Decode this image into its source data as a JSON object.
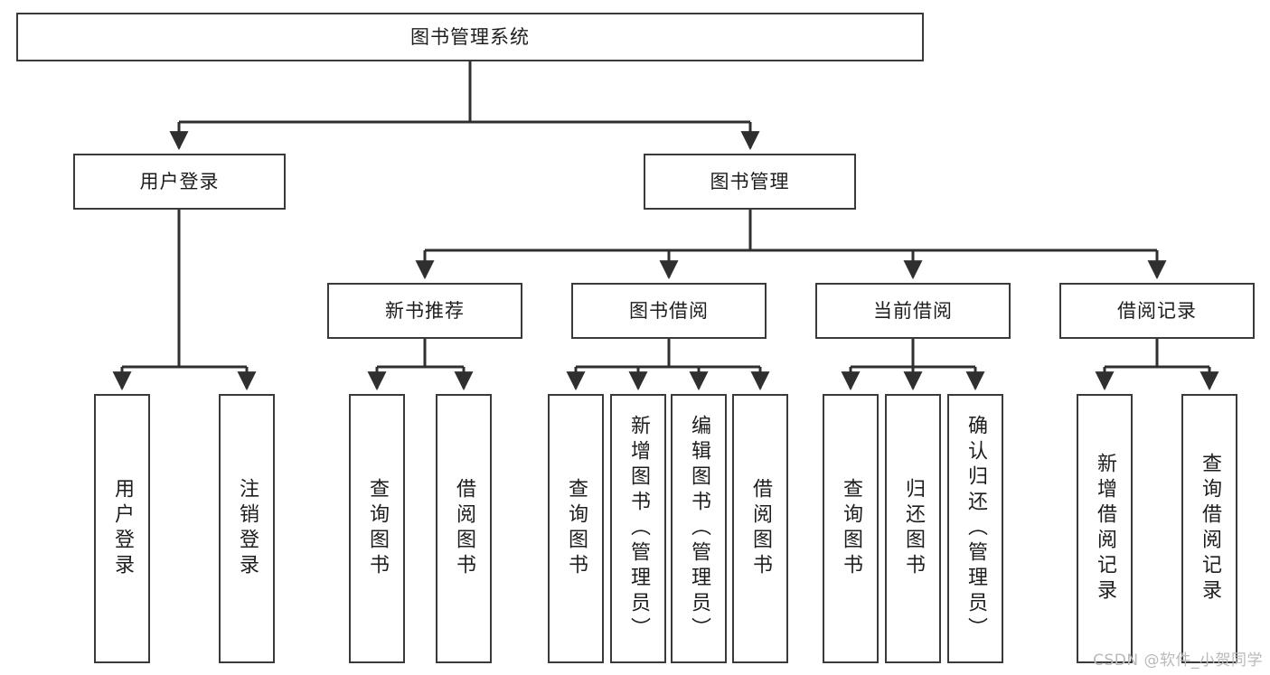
{
  "diagram": {
    "title": "图书管理系统",
    "type": "tree-hierarchy-diagram",
    "colors": {
      "box_border": "#3a3a3a",
      "box_fill": "#ffffff",
      "edge": "#2f2f2f",
      "text": "#1d1d1d",
      "watermark": "#b9b9b9"
    }
  },
  "root": {
    "label": "图书管理系统"
  },
  "level2": [
    {
      "label": "用户登录"
    },
    {
      "label": "图书管理"
    }
  ],
  "level3": [
    {
      "label": "新书推荐"
    },
    {
      "label": "图书借阅"
    },
    {
      "label": "当前借阅"
    },
    {
      "label": "借阅记录"
    }
  ],
  "leaves": {
    "user_login": [
      {
        "label": "用户登录"
      },
      {
        "label": "注销登录"
      }
    ],
    "new_book": [
      {
        "label": "查询图书"
      },
      {
        "label": "借阅图书"
      }
    ],
    "book_borrow": [
      {
        "label": "查询图书"
      },
      {
        "label": "新增图书（管理员）"
      },
      {
        "label": "编辑图书（管理员）"
      },
      {
        "label": "借阅图书"
      }
    ],
    "current_borrow": [
      {
        "label": "查询图书"
      },
      {
        "label": "归还图书"
      },
      {
        "label": "确认归还（管理员）"
      }
    ],
    "borrow_record": [
      {
        "label": "新增借阅记录"
      },
      {
        "label": "查询借阅记录"
      }
    ]
  },
  "watermark": {
    "text": "CSDN @软件_小贺同学"
  }
}
